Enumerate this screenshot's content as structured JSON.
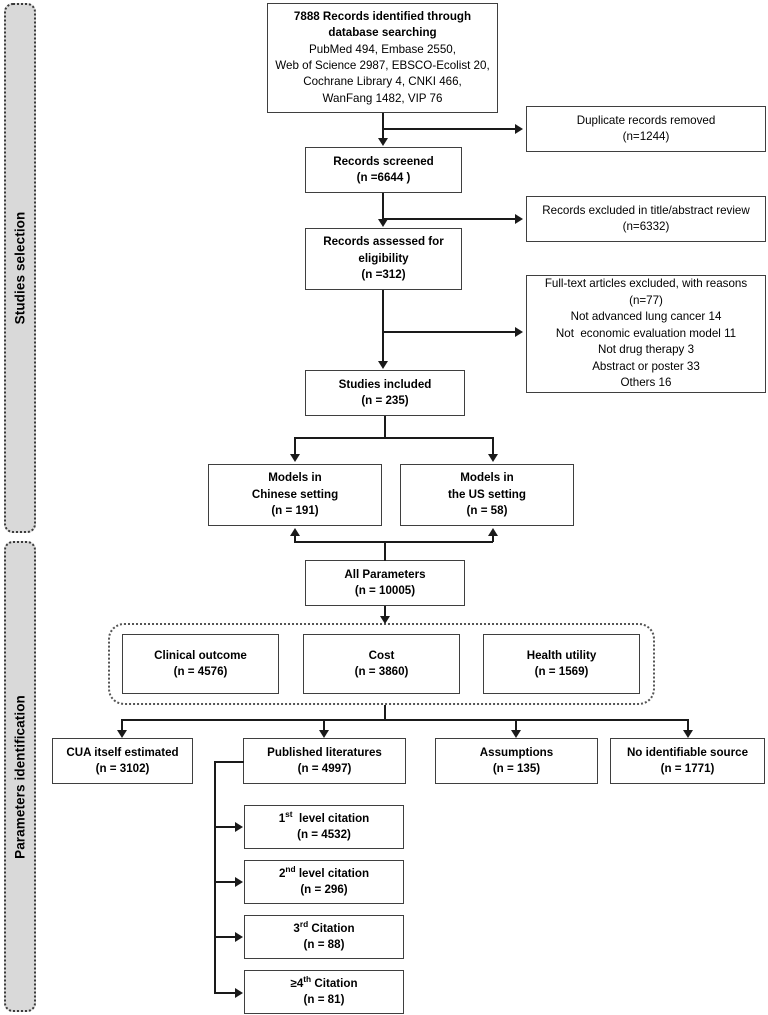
{
  "figure": {
    "type": "prisma-flow-diagram",
    "title": "Study selection and parameter identification flow"
  },
  "stages": [
    {
      "id": "studies-selection",
      "label": "Studies selection"
    },
    {
      "id": "parameters-identification",
      "label": "Parameters identification"
    }
  ],
  "boxes": {
    "identification": {
      "lines": [
        "7888 Records identified through",
        "database searching",
        "PubMed 494, Embase 2550,",
        "Web of Science 2987, EBSCO-Ecolist 20,",
        "Cochrane Library 4, CNKI 466,",
        "WanFang 1482, VIP 76"
      ],
      "bold_lines": [
        true,
        true,
        false,
        false,
        false,
        false
      ]
    },
    "duplicates_removed": {
      "lines": [
        "Duplicate records removed",
        "(n=1244)"
      ],
      "bold_lines": [
        false,
        false
      ]
    },
    "records_screened": {
      "lines": [
        "Records screened",
        "(n =6644 )"
      ],
      "bold_lines": [
        true,
        true
      ]
    },
    "records_excluded": {
      "lines": [
        "Records excluded in title/abstract review",
        "(n=6332)"
      ],
      "bold_lines": [
        false,
        false
      ]
    },
    "records_assessed": {
      "lines": [
        "Records assessed for",
        "eligibility",
        "(n =312)"
      ],
      "bold_lines": [
        true,
        true,
        true
      ]
    },
    "fulltext_excluded": {
      "lines": [
        "Full-text articles excluded, with reasons",
        "(n=77)",
        "Not advanced lung cancer 14",
        "Not  economic evaluation model 11",
        "Not drug therapy 3",
        "Abstract or poster 33",
        "Others 16"
      ],
      "bold_lines": [
        false,
        false,
        false,
        false,
        false,
        false,
        false
      ]
    },
    "studies_included": {
      "lines": [
        "Studies included",
        "(n = 235)"
      ],
      "bold_lines": [
        true,
        true
      ]
    },
    "models_chinese": {
      "lines": [
        "Models in",
        "Chinese setting",
        "(n = 191)"
      ],
      "bold_lines": [
        true,
        true,
        true
      ]
    },
    "models_us": {
      "lines": [
        "Models in",
        "the US setting",
        "(n = 58)"
      ],
      "bold_lines": [
        true,
        true,
        true
      ]
    },
    "all_parameters": {
      "lines": [
        "All Parameters",
        "(n = 10005)"
      ],
      "bold_lines": [
        true,
        true
      ]
    },
    "clinical_outcome": {
      "lines": [
        "Clinical outcome",
        "(n = 4576)"
      ],
      "bold_lines": [
        true,
        true
      ]
    },
    "cost": {
      "lines": [
        "Cost",
        "(n = 3860)"
      ],
      "bold_lines": [
        true,
        true
      ]
    },
    "health_utility": {
      "lines": [
        "Health utility",
        "(n = 1569)"
      ],
      "bold_lines": [
        true,
        true
      ]
    },
    "cua_self_estimated": {
      "lines": [
        "CUA itself estimated",
        "(n = 3102)"
      ],
      "bold_lines": [
        true,
        true
      ]
    },
    "published_literatures": {
      "lines": [
        "Published literatures",
        "(n = 4997)"
      ],
      "bold_lines": [
        true,
        true
      ]
    },
    "assumptions": {
      "lines": [
        "Assumptions",
        "(n = 135)"
      ],
      "bold_lines": [
        true,
        true
      ]
    },
    "no_identifiable_source": {
      "lines": [
        "No identifiable source",
        "(n = 1771)"
      ],
      "bold_lines": [
        true,
        true
      ]
    },
    "citation_1st": {
      "html_line": "1<sup>st</sup>  level citation",
      "lines": [
        "1st  level citation",
        "(n = 4532)"
      ],
      "bold_lines": [
        true,
        true
      ]
    },
    "citation_2nd": {
      "html_line": "2<sup>nd</sup> level citation",
      "lines": [
        "2nd level citation",
        "(n = 296)"
      ],
      "bold_lines": [
        true,
        true
      ]
    },
    "citation_3rd": {
      "html_line": "3<sup>rd</sup> Citation",
      "lines": [
        "3rd Citation",
        "(n = 88)"
      ],
      "bold_lines": [
        true,
        true
      ]
    },
    "citation_4th": {
      "html_line": "≥4<sup>th</sup> Citation",
      "lines": [
        "≥4th Citation",
        "(n = 81)"
      ],
      "bold_lines": [
        true,
        true
      ]
    }
  },
  "colors": {
    "stage_fill": "#d9d9d9",
    "stage_border": "#3a3a3a",
    "box_border": "#3f3f3f",
    "line": "#1a1a1a",
    "dash_group_border": "#555555",
    "background": "#ffffff",
    "text": "#000000"
  }
}
